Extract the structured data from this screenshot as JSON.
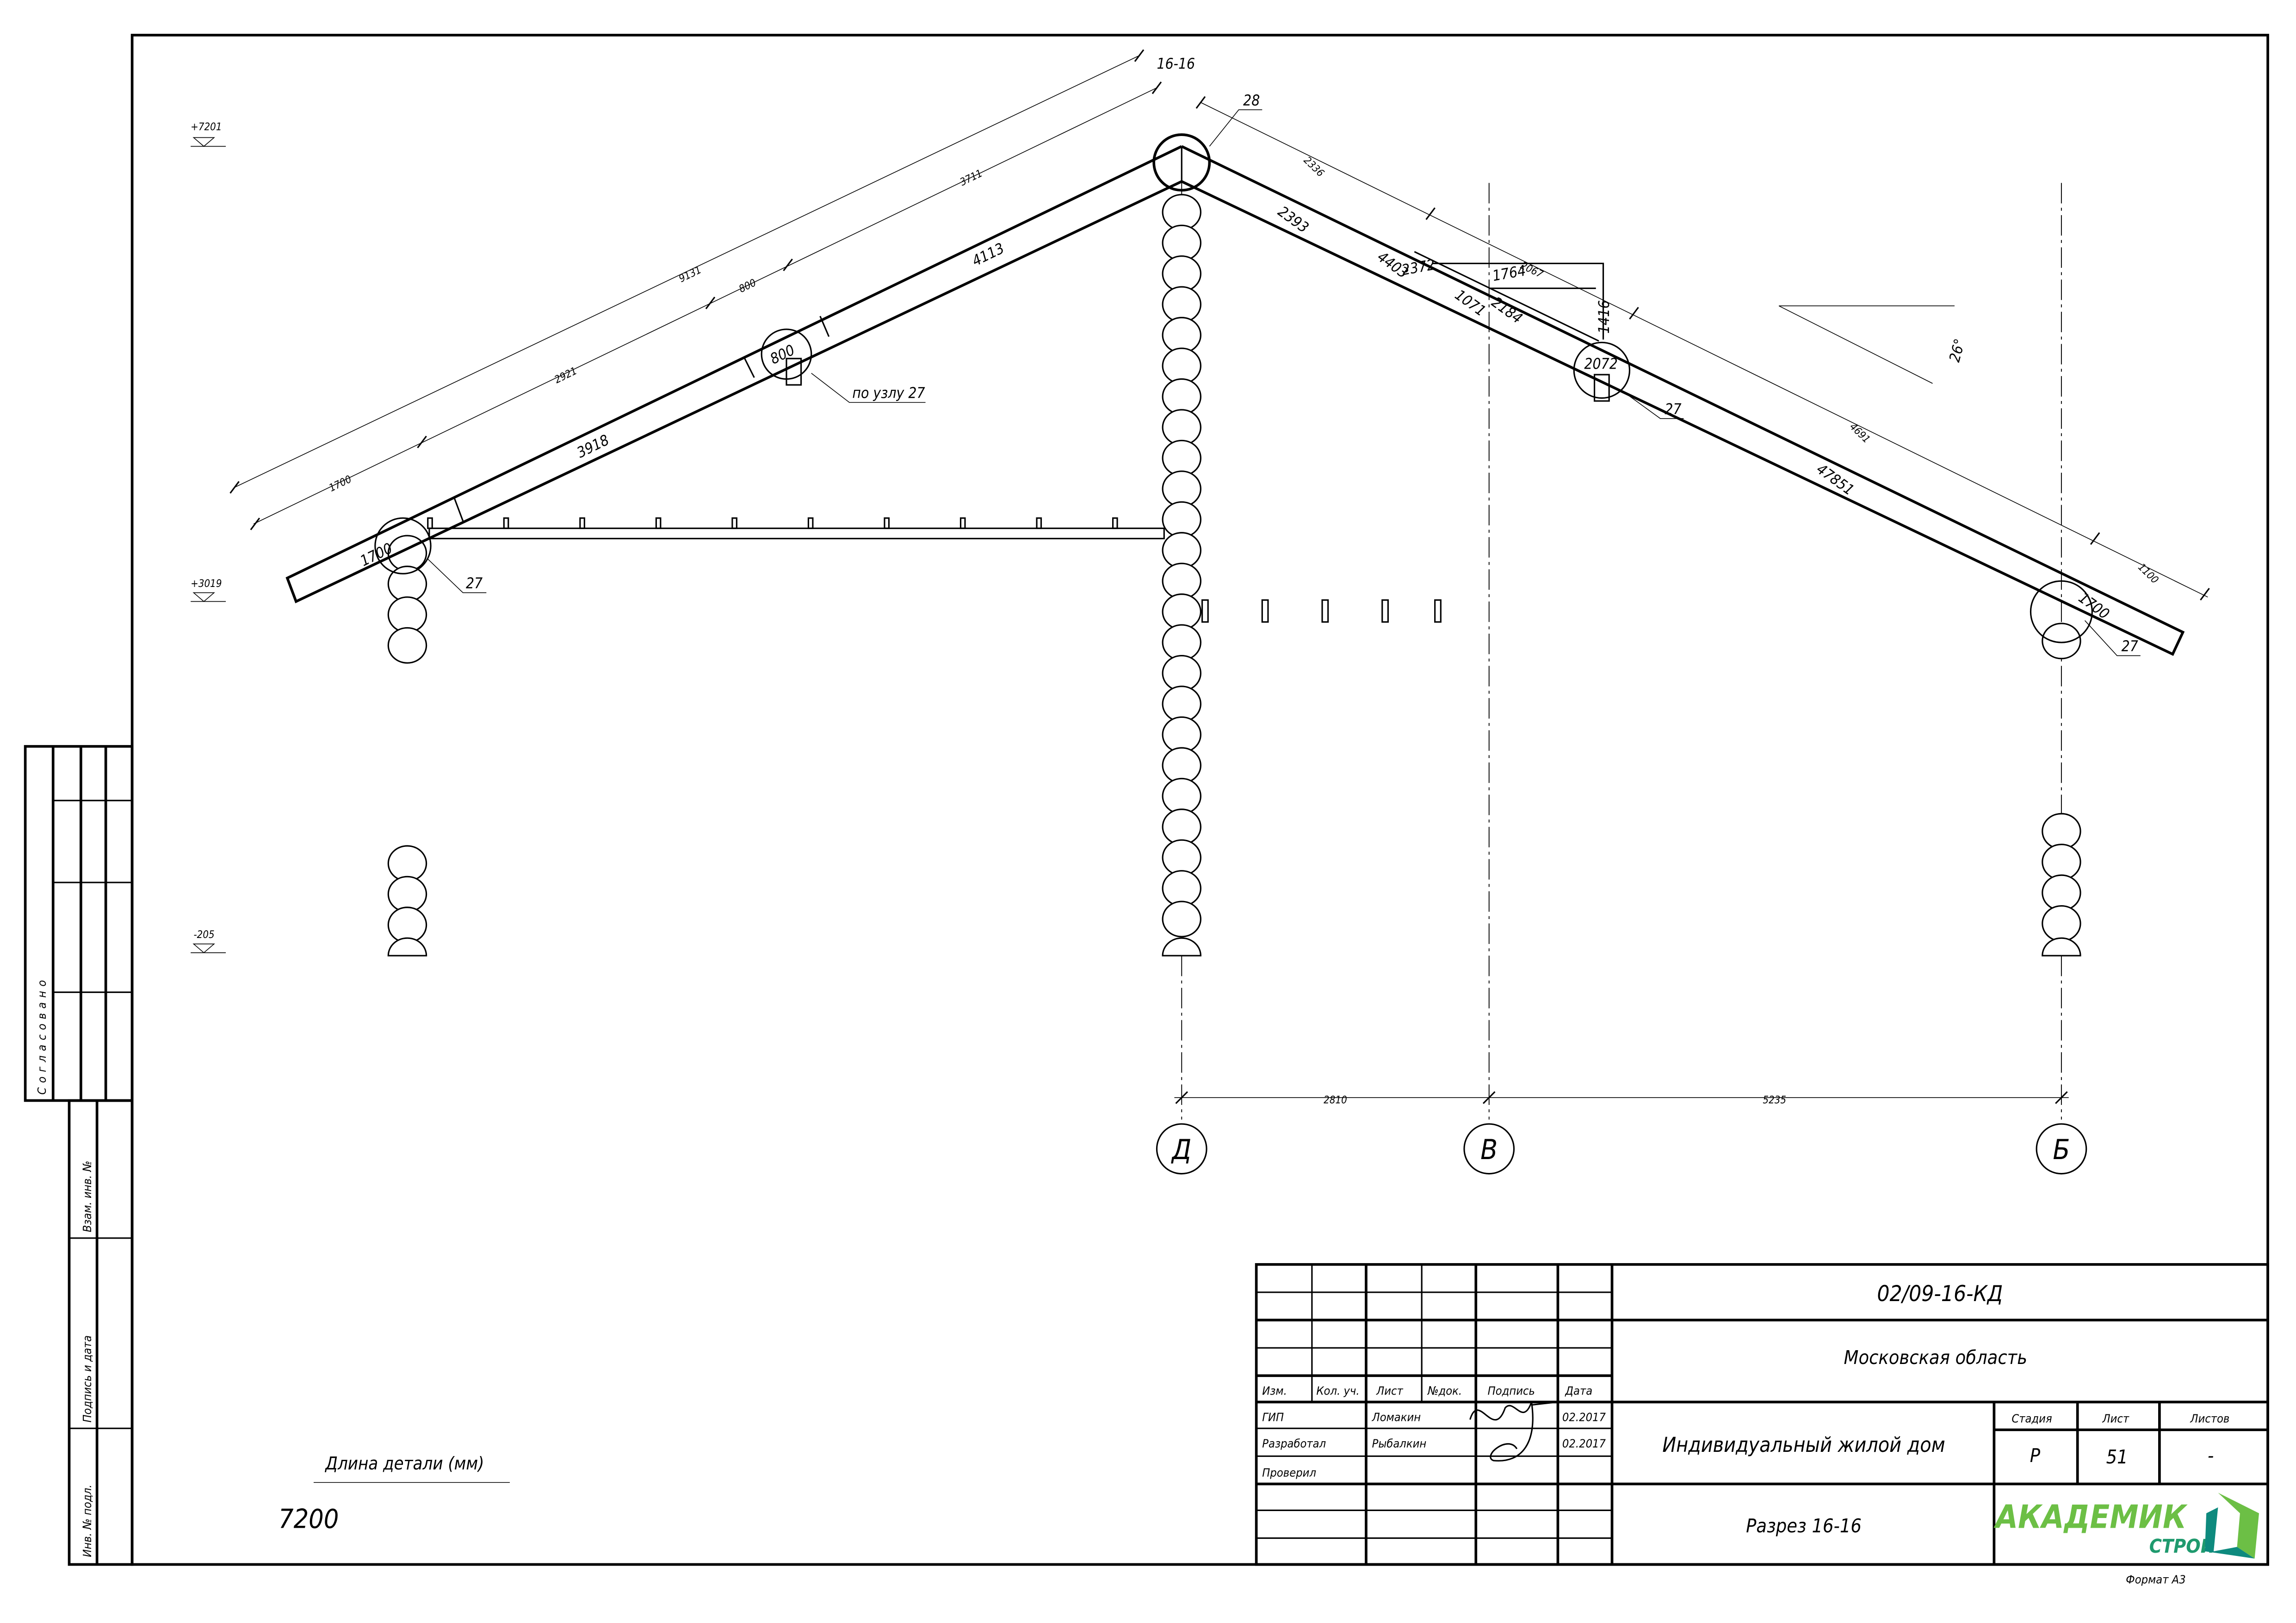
{
  "section_title": "16-16",
  "elevations": [
    "+7201",
    "+3019",
    "-205"
  ],
  "left_slope": {
    "dims_outer": [
      "9131"
    ],
    "dims_inner": [
      "1700",
      "2921",
      "800",
      "3711"
    ],
    "rafter_parts": [
      "1700",
      "3918",
      "800",
      "4113"
    ],
    "callouts": [
      "по узлу 27",
      "27"
    ]
  },
  "ridge_callout": "28",
  "right_slope": {
    "dims": [
      "2336",
      "2067",
      "4691",
      "1100"
    ],
    "rafter_parts": [
      "2393",
      "4403",
      "2372",
      "1764",
      "1071",
      "2184",
      "1416",
      "2072",
      "47851",
      "1700"
    ],
    "callouts": [
      "27",
      "27"
    ],
    "angle": "26°"
  },
  "axes": {
    "labels": [
      "Д",
      "В",
      "Б"
    ],
    "spans": [
      "2810",
      "5235"
    ]
  },
  "detail_length": {
    "label": "Длина детали (мм)",
    "value": "7200"
  },
  "side_stamp": {
    "agreed": "Согласовано",
    "rows": [
      "Взам. инв. №",
      "Подпись и дата",
      "Инв. № подл."
    ]
  },
  "title_block": {
    "doc_code": "02/09-16-КД",
    "region": "Московская область",
    "object": "Индивидуальный жилой дом",
    "sheet_title": "Разрез 16-16",
    "headers": [
      "Изм.",
      "Кол. уч.",
      "Лист",
      "№док.",
      "Подпись",
      "Дата"
    ],
    "people": [
      {
        "role": "ГИП",
        "name": "Ломакин",
        "date": "02.2017"
      },
      {
        "role": "Разработал",
        "name": "Рыбалкин",
        "date": "02.2017"
      },
      {
        "role": "Проверил",
        "name": "",
        "date": ""
      }
    ],
    "stage_headers": [
      "Стадия",
      "Лист",
      "Листов"
    ],
    "stage_values": [
      "Р",
      "51",
      "-"
    ],
    "logo_top": "АКАДЕМИК",
    "logo_bottom": "СТРОЙ",
    "format": "Формат А3"
  },
  "colors": {
    "logo_green": "#6cbf45",
    "logo_teal": "#0e8a7e"
  }
}
